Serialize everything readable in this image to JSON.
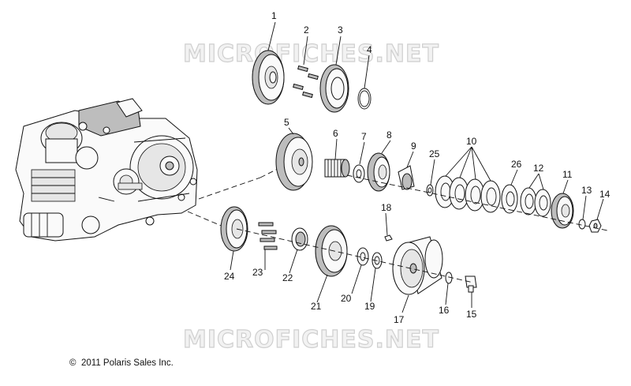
{
  "watermark_top": "MICROFICHES.NET",
  "watermark_bottom": "MICROFICHES.NET",
  "copyright": "2011 Polaris Sales Inc.",
  "copyright_symbol": "©",
  "callouts": {
    "c1": "1",
    "c2": "2",
    "c3": "3",
    "c4": "4",
    "c5": "5",
    "c6": "6",
    "c7": "7",
    "c8": "8",
    "c9": "9",
    "c10": "10",
    "c11": "11",
    "c12": "12",
    "c13": "13",
    "c14": "14",
    "c15": "15",
    "c16": "16",
    "c17": "17",
    "c18": "18",
    "c19": "19",
    "c20": "20",
    "c21": "21",
    "c22": "22",
    "c23": "23",
    "c24": "24",
    "c25": "25",
    "c26": "26"
  }
}
